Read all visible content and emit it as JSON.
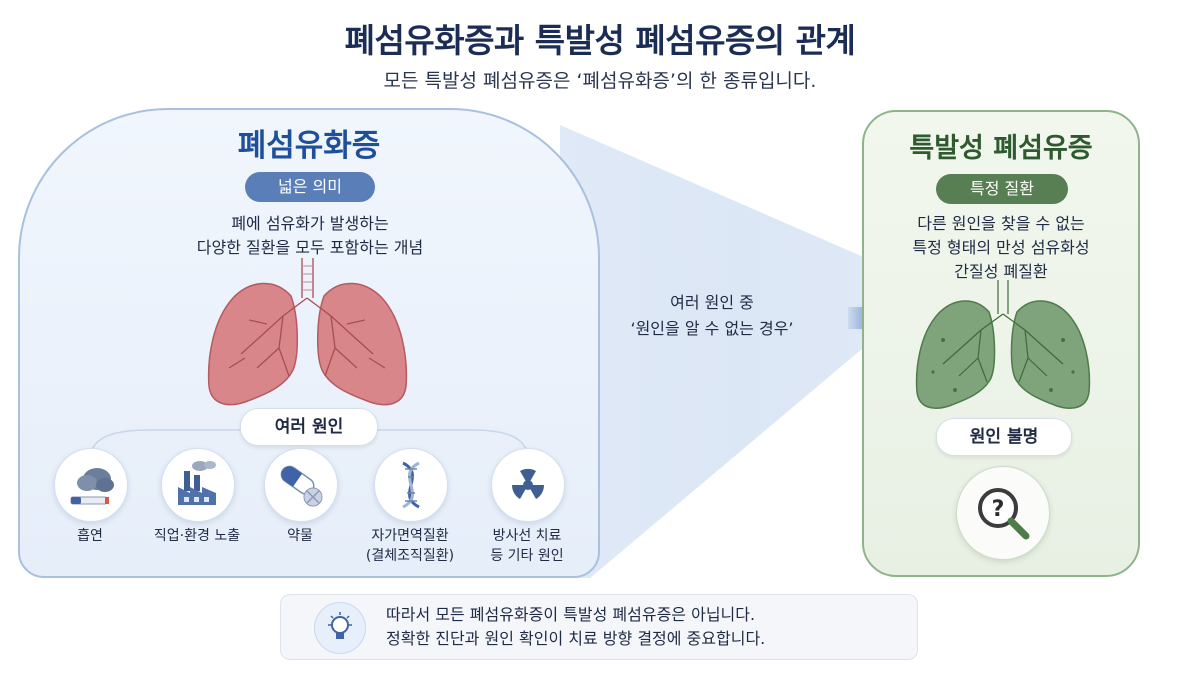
{
  "title": "폐섬유화증과 특발성 폐섬유증의 관계",
  "subtitle": "모든 특발성 폐섬유증은 ‘폐섬유화증’의 한 종류입니다.",
  "left_panel": {
    "title": "폐섬유화증",
    "badge": "넓은 의미",
    "desc_line1": "폐에 섬유화가 발생하는",
    "desc_line2": "다양한 질환을 모두 포함하는 개념",
    "causes_label": "여러 원인",
    "causes": [
      {
        "line1": "흡연",
        "line2": "",
        "icon": "cigarette-smoke-icon"
      },
      {
        "line1": "직업·환경 노출",
        "line2": "",
        "icon": "factory-icon"
      },
      {
        "line1": "약물",
        "line2": "",
        "icon": "pill-icon"
      },
      {
        "line1": "자가면역질환",
        "line2": "(결체조직질환)",
        "icon": "dna-icon"
      },
      {
        "line1": "방사선 치료",
        "line2": "등 기타 원인",
        "icon": "radiation-icon"
      }
    ],
    "accent": "#1f4f9a",
    "lung_color": "#d9868a"
  },
  "arrow": {
    "line1": "여러 원인 중",
    "line2": "‘원인을 알 수 없는 경우’"
  },
  "right_panel": {
    "title": "특발성 폐섬유증",
    "badge": "특정 질환",
    "desc_line1": "다른 원인을 찾을 수 없는",
    "desc_line2": "특정 형태의 만성 섬유화성",
    "desc_line3": "간질성 폐질환",
    "unknown_label": "원인 불명",
    "icon": "magnifier-question-icon",
    "accent": "#2e5a2e",
    "lung_color": "#7fa37a"
  },
  "bottom_note": {
    "line1": "따라서 모든 폐섬유화증이 특발성 폐섬유증은 아닙니다.",
    "line2": "정확한 진단과 원인 확인이 치료 방향 결정에 중요합니다.",
    "icon": "lightbulb-icon"
  }
}
